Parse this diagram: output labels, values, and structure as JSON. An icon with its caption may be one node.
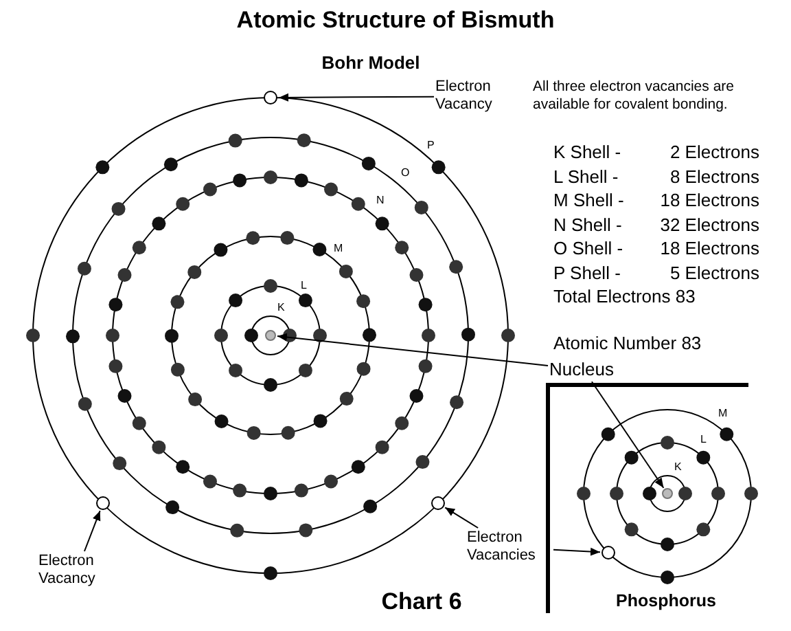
{
  "diagram": {
    "title": "Atomic Structure of Bismuth",
    "nodes": [
      {
        "text": [
          "Electron Vacancy"
        ]
      },
      {
        "text": [],
        "shape": "circle"
      },
      {
        "text": [
          "Electron Vacancy"
        ]
      },
      {
        "text": [],
        "shape": "circle"
      },
      {
        "text": [
          "Electron Vacancies"
        ]
      },
      {
        "text": [],
        "shape": "circle"
      },
      {
        "text": [],
        "shape": "circle"
      },
      {
        "text": [
          "Nucleus"
        ]
      },
      {
        "text": [],
        "shape": "circle"
      },
      {
        "text": [],
        "shape": "circle"
      }
    ],
    "edges": [
      {
        "from": 0,
        "to": 1,
        "arrow": "to"
      },
      {
        "from": 2,
        "to": 3,
        "arrow": "to"
      },
      {
        "from": 4,
        "to": 5,
        "arrow": "to"
      },
      {
        "from": 4,
        "to": 6,
        "arrow": "to"
      },
      {
        "from": 7,
        "to": 8,
        "arrow": "to"
      },
      {
        "from": 7,
        "to": 9,
        "arrow": "to"
      }
    ],
    "labels": [
      "Bohr Model",
      "All three electron vacancies are available for covalent bonding.",
      "P",
      "O",
      "N",
      "M",
      "L",
      "K",
      "K Shell -",
      "2 Electrons",
      "L Shell -",
      "8 Electrons",
      "M Shell -",
      "18 Electrons",
      "N Shell -",
      "32 Electrons",
      "O Shell -",
      "18 Electrons",
      "P Shell -",
      "5 Electrons",
      "Total Electrons 83",
      "Atomic Number 83",
      "M",
      "L",
      "K",
      "Chart 6",
      "Phosphorus"
    ]
  }
}
